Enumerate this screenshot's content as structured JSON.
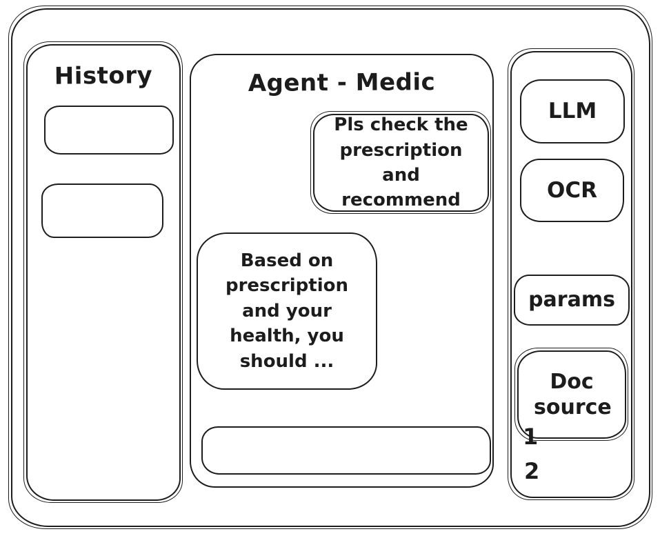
{
  "header": {
    "title": "Agent - Medic"
  },
  "sidebar": {
    "title": "History",
    "items": [
      {
        "label": ""
      },
      {
        "label": ""
      }
    ]
  },
  "chat": {
    "messages": [
      {
        "role": "user",
        "text": "Pls check the prescription and recommend"
      },
      {
        "role": "agent",
        "text": "Based on prescription and your health, you should ..."
      }
    ],
    "input": {
      "value": "",
      "placeholder": ""
    }
  },
  "tools": {
    "llm_label": "LLM",
    "ocr_label": "OCR",
    "params_label": "params",
    "doc_source_label": "Doc source",
    "doc_source_items": [
      "1",
      "2"
    ]
  },
  "colors": {
    "stroke": "#1c1c1c",
    "background": "#ffffff"
  }
}
